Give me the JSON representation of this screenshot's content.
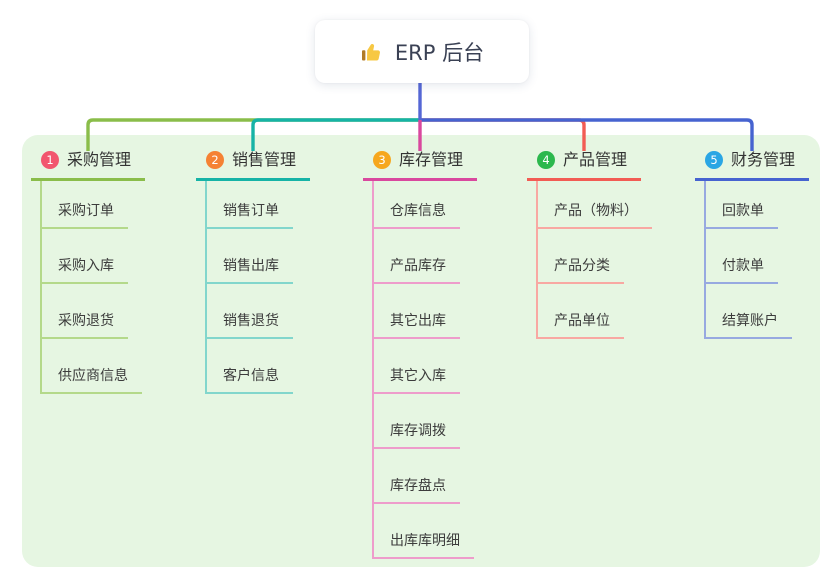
{
  "root": {
    "title": "ERP 后台",
    "icon": "thumbs-up-icon"
  },
  "colors": {
    "panel_bg": "#e6f6e2",
    "root_line": "#5567d5",
    "root_card_bg": "#ffffff",
    "heading_text": "#333333",
    "child_text": "#3c3c3c"
  },
  "branches": [
    {
      "index": "1",
      "label": "采购管理",
      "badge_color": "#f2566e",
      "line_color": "#8abd4a",
      "child_line_color": "#b4d98a",
      "children": [
        "采购订单",
        "采购入库",
        "采购退货",
        "供应商信息"
      ]
    },
    {
      "index": "2",
      "label": "销售管理",
      "badge_color": "#f58234",
      "line_color": "#16b3a6",
      "child_line_color": "#82d6cc",
      "children": [
        "销售订单",
        "销售出库",
        "销售退货",
        "客户信息"
      ]
    },
    {
      "index": "3",
      "label": "库存管理",
      "badge_color": "#f6a71e",
      "line_color": "#d9489e",
      "child_line_color": "#ee9ccb",
      "children": [
        "仓库信息",
        "产品库存",
        "其它出库",
        "其它入库",
        "库存调拨",
        "库存盘点",
        "出库库明细"
      ]
    },
    {
      "index": "4",
      "label": "产品管理",
      "badge_color": "#2cb84d",
      "line_color": "#f25c54",
      "child_line_color": "#f8a8a2",
      "children": [
        "产品（物料）",
        "产品分类",
        "产品单位"
      ]
    },
    {
      "index": "5",
      "label": "财务管理",
      "badge_color": "#2aa6e4",
      "line_color": "#4663d0",
      "child_line_color": "#97a9e0",
      "children": [
        "回款单",
        "付款单",
        "结算账户"
      ]
    }
  ]
}
